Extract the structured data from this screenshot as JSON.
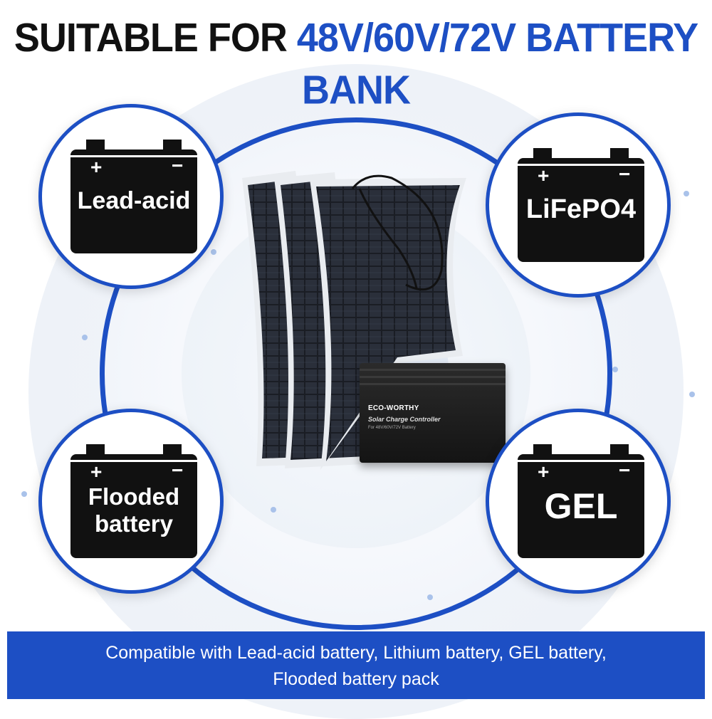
{
  "headline": {
    "prefix": "SUITABLE FOR",
    "highlight": "48V/60V/72V BATTERY BANK"
  },
  "colors": {
    "accent": "#1d4fc4",
    "battery_fill": "#111111",
    "text_dark": "#111111",
    "footer_bg": "#1d4fc4"
  },
  "batteries": [
    {
      "label": "Lead-acid",
      "plus": "+",
      "minus": "−"
    },
    {
      "label": "LiFePO4",
      "plus": "+",
      "minus": "−"
    },
    {
      "label_line1": "Flooded",
      "label_line2": "battery",
      "plus": "+",
      "minus": "−"
    },
    {
      "label": "GEL",
      "plus": "+",
      "minus": "−"
    }
  ],
  "controller": {
    "brand": "ECO-WORTHY",
    "title": "Solar Charge Controller",
    "subtitle": "For 48V/60V/72V Battery"
  },
  "footer": {
    "line1": "Compatible with Lead-acid battery, Lithium battery, GEL battery,",
    "line2": "Flooded battery pack"
  }
}
